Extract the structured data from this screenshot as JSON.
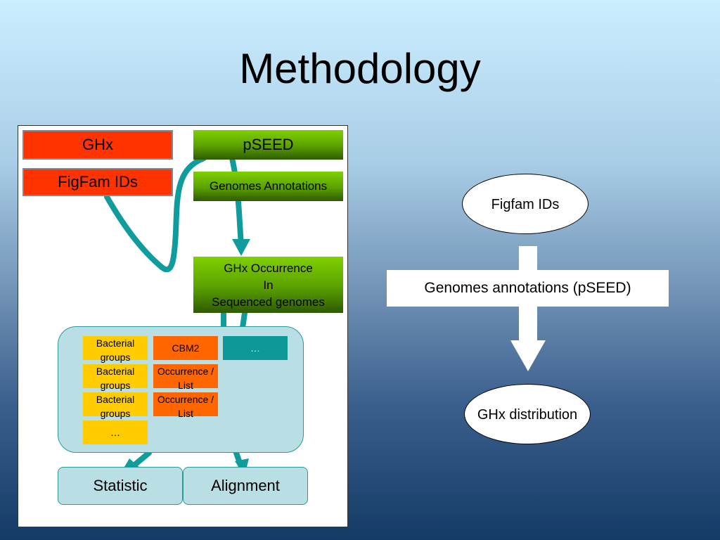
{
  "title": "Methodology",
  "left_diagram": {
    "ghx": "GHx",
    "figfam_ids": "FigFam IDs",
    "pseed": "pSEED",
    "genomes_annotations": "Genomes Annotations",
    "ghx_occurrence_lines": [
      "GHx Occurrence",
      "In",
      "Sequenced genomes"
    ],
    "table": {
      "rows": [
        [
          "Bacterial groups",
          "CBM2",
          "…"
        ],
        [
          "Bacterial groups",
          "Occurrence / List"
        ],
        [
          "Bacterial groups",
          "Occurrence / List"
        ],
        [
          "…"
        ]
      ]
    },
    "statistic": "Statistic",
    "alignment": "Alignment"
  },
  "right_flow": {
    "figfam": "Figfam IDs",
    "genomes_annotations": "Genomes annotations (pSEED)",
    "ghx_distribution": "GHx distribution"
  },
  "colors": {
    "red": "#ff3300",
    "green": "#6ab800",
    "teal": "#0e9797",
    "yellow": "#ffcc00",
    "orange": "#ff6600",
    "panel_fill": "#b9dfe4"
  }
}
